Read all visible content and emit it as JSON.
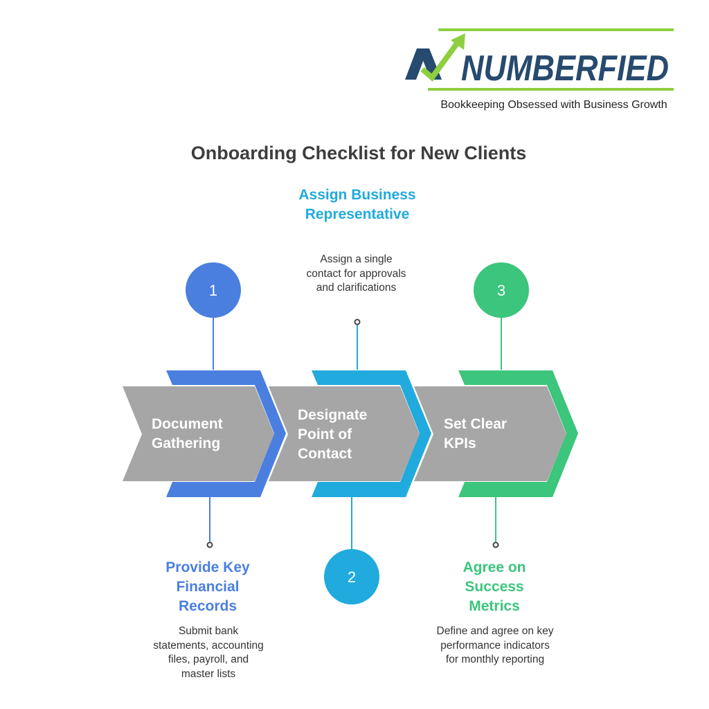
{
  "logo": {
    "wordmark": "NUMBERFIED",
    "tagline": "Bookkeeping Obsessed with Business Growth"
  },
  "title": "Onboarding Checklist for New Clients",
  "steps": [
    {
      "number": "1",
      "name": "Document Gathering",
      "callout_title": "Provide Key Financial Records",
      "callout_desc": "Submit bank statements, accounting files, payroll, and master lists",
      "color": "#4a7fe0"
    },
    {
      "number": "2",
      "name": "Designate Point of Contact",
      "callout_title": "Assign Business Representative",
      "callout_desc": "Assign a single contact for approvals and clarifications",
      "color": "#21aadd"
    },
    {
      "number": "3",
      "name": "Set Clear KPIs",
      "callout_title": "Agree on Success Metrics",
      "callout_desc": "Define and agree on key performance indicators for monthly reporting",
      "color": "#3cc57c"
    }
  ],
  "colors": {
    "arrow_fill": "#a6a6a6",
    "logo_navy": "#274a6e",
    "logo_green": "#8dcf3f",
    "title": "#3d3d3d"
  }
}
